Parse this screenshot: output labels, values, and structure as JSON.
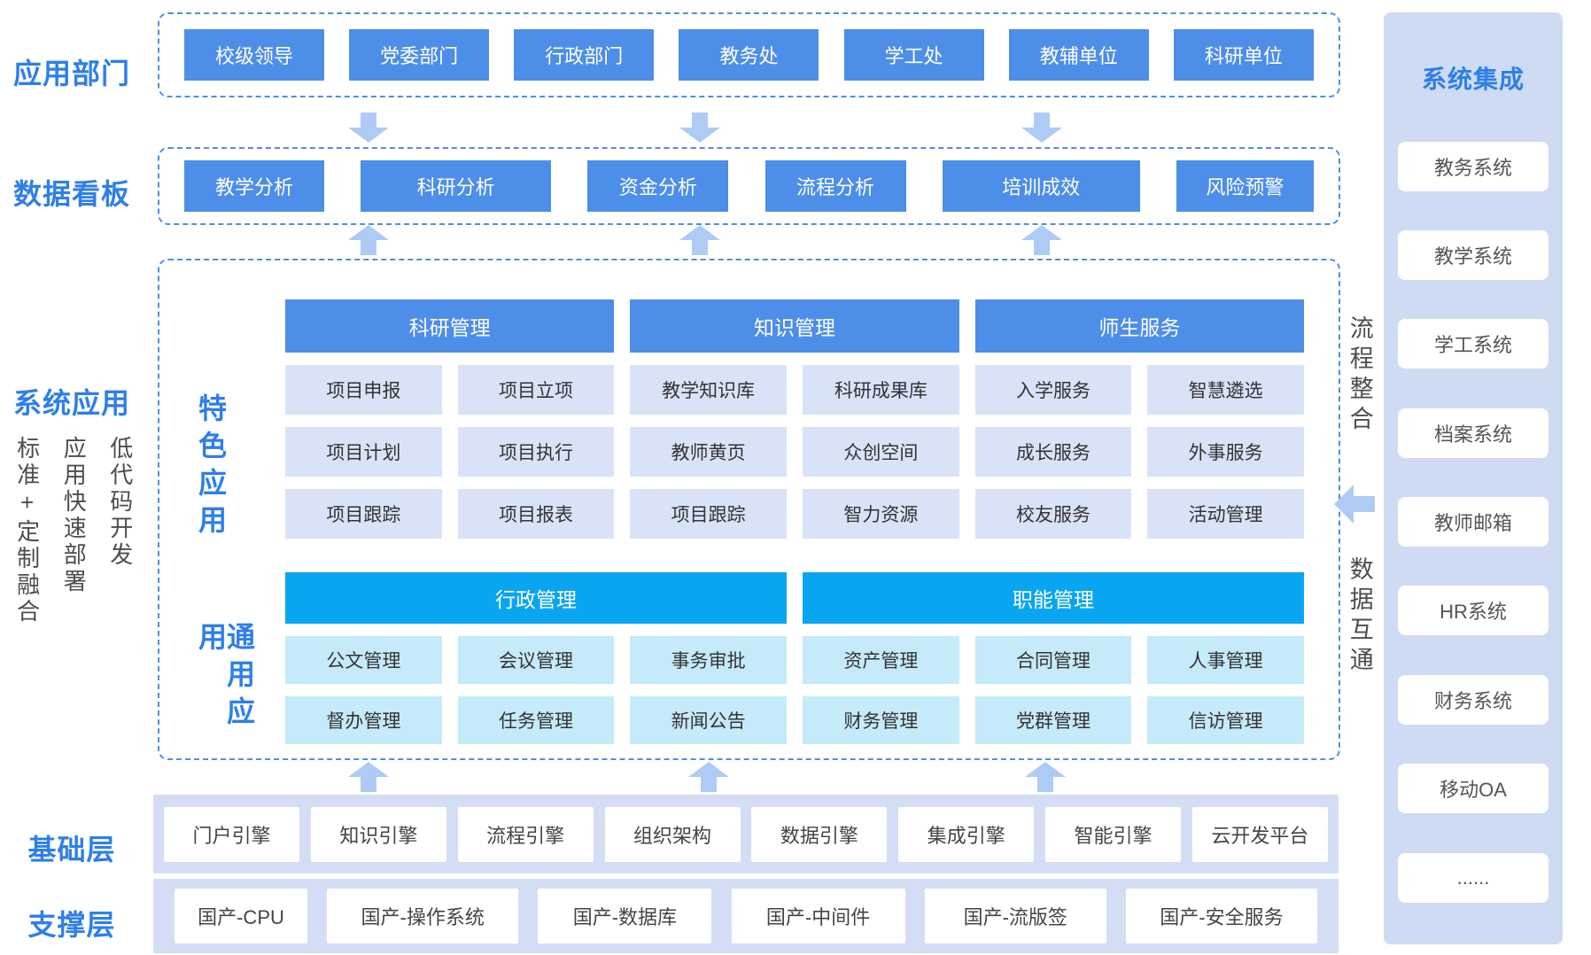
{
  "left_labels": {
    "app_departments": "应用部门",
    "data_dashboard": "数据看板",
    "system_apps": "系统应用",
    "base_layer": "基础层",
    "support_layer": "支撑层",
    "vertical_notes": [
      "标准+定制融合",
      "应用快速部署",
      "低代码开发"
    ]
  },
  "departments": [
    "校级领导",
    "党委部门",
    "行政部门",
    "教务处",
    "学工处",
    "教辅单位",
    "科研单位"
  ],
  "dashboards": [
    "教学分析",
    "科研分析",
    "资金分析",
    "流程分析",
    "培训成效",
    "风险预警"
  ],
  "featured": {
    "label": "特色应用",
    "headers": [
      "科研管理",
      "知识管理",
      "师生服务"
    ],
    "rows": [
      [
        "项目申报",
        "项目立项",
        "教学知识库",
        "科研成果库",
        "入学服务",
        "智慧遴选"
      ],
      [
        "项目计划",
        "项目执行",
        "教师黄页",
        "众创空间",
        "成长服务",
        "外事服务"
      ],
      [
        "项目跟踪",
        "项目报表",
        "项目跟踪",
        "智力资源",
        "校友服务",
        "活动管理"
      ]
    ]
  },
  "general": {
    "label": "通用应用",
    "headers": [
      "行政管理",
      "职能管理"
    ],
    "rows": [
      [
        "公文管理",
        "会议管理",
        "事务审批",
        "资产管理",
        "合同管理",
        "人事管理"
      ],
      [
        "督办管理",
        "任务管理",
        "新闻公告",
        "财务管理",
        "党群管理",
        "信访管理"
      ]
    ]
  },
  "flows": {
    "process_integration": "流程整合",
    "data_interchange": "数据互通"
  },
  "base_layer_items": [
    "门户引擎",
    "知识引擎",
    "流程引擎",
    "组织架构",
    "数据引擎",
    "集成引擎",
    "智能引擎",
    "云开发平台"
  ],
  "support_layer_items": [
    "国产-CPU",
    "国产-操作系统",
    "国产-数据库",
    "国产-中间件",
    "国产-流版签",
    "国产-安全服务"
  ],
  "integration": {
    "title": "系统集成",
    "items": [
      "教务系统",
      "教学系统",
      "学工系统",
      "档案系统",
      "教师邮箱",
      "HR系统",
      "财务系统",
      "移动OA",
      "......"
    ]
  },
  "colors": {
    "primary_blue": "#4D8EE9",
    "cyan_header": "#0AA5F0",
    "light_item": "#D9E3F8",
    "light_cyan_item": "#C5EAFA",
    "band_bg": "#D3DEF4",
    "panel_bg": "#CEDBF2",
    "label_blue": "#2E7FE8",
    "dashed_border": "#4A90E2",
    "arrow": "#AECBF5"
  }
}
